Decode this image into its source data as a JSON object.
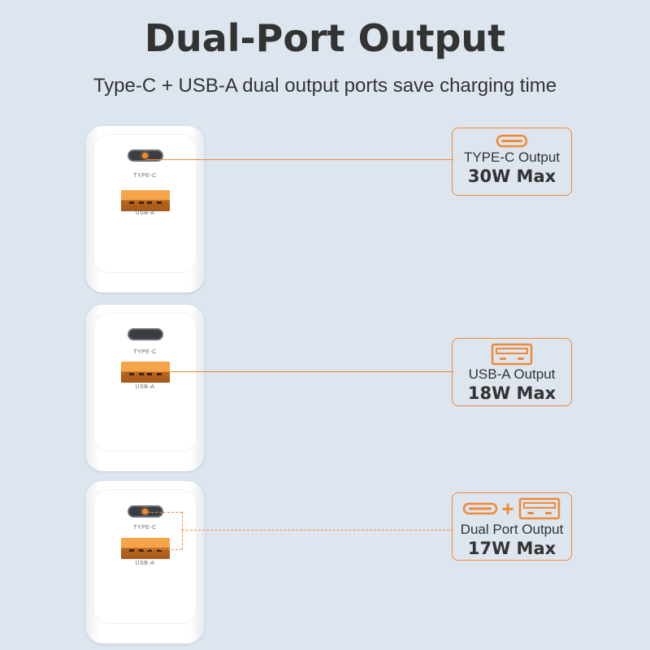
{
  "header": {
    "title": "Dual-Port Output",
    "subtitle": "Type-C + USB-A dual output ports save charging time"
  },
  "colors": {
    "accent": "#ef8a36",
    "background": "#dde5ef",
    "text": "#333333"
  },
  "chargers": [
    {
      "typec_label": "TYPE-C",
      "usba_label": "USB-A",
      "highlighted_port": "type-c"
    },
    {
      "typec_label": "TYPE-C",
      "usba_label": "USB-A",
      "highlighted_port": "usb-a"
    },
    {
      "typec_label": "TYPE-C",
      "usba_label": "USB-A",
      "highlighted_port": "both"
    }
  ],
  "callouts": [
    {
      "icon": "usb-c-port-icon",
      "label": "TYPE-C Output",
      "power": "30W Max"
    },
    {
      "icon": "usb-a-port-icon",
      "label": "USB-A Output",
      "power": "18W Max"
    },
    {
      "icon": "usb-c-plus-usb-a-icon",
      "plus": "+",
      "label": "Dual Port Output",
      "power": "17W Max"
    }
  ]
}
